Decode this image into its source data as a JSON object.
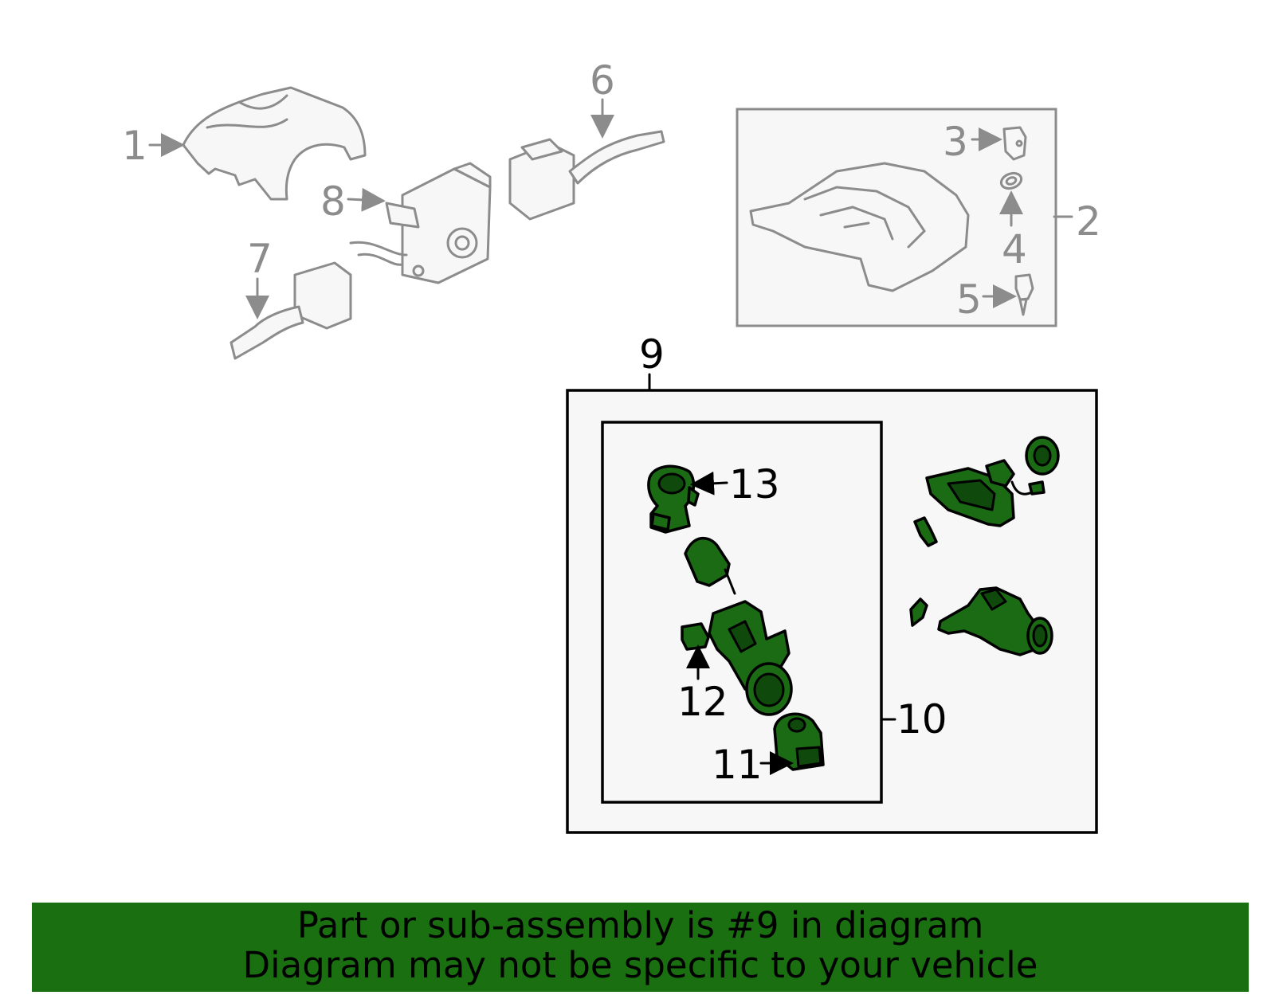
{
  "callouts": {
    "c1": "1",
    "c2": "2",
    "c3": "3",
    "c4": "4",
    "c5": "5",
    "c6": "6",
    "c7": "7",
    "c8": "8",
    "c9": "9",
    "c10": "10",
    "c11": "11",
    "c12": "12",
    "c13": "13"
  },
  "banner": {
    "line1": "Part or sub-assembly is #9 in diagram",
    "line2": "Diagram may not be specific to your vehicle"
  },
  "colors": {
    "highlight_green": "#1b6a14",
    "banner_green": "#1a6f10",
    "gray_line": "#8c8c8c",
    "panel_fill": "#f7f7f7"
  }
}
